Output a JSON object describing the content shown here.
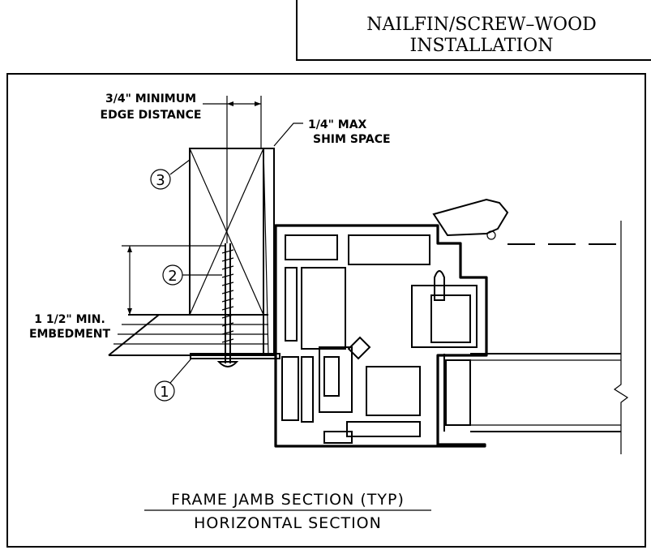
{
  "title_block": {
    "line1": "NAILFIN/SCREW–WOOD",
    "line2": "INSTALLATION"
  },
  "notes": {
    "edge_distance_line1": "3/4\" MINIMUM",
    "edge_distance_line2": "EDGE DISTANCE",
    "shim_line1": "1/4\" MAX",
    "shim_line2": "SHIM SPACE",
    "embedment_line1": "1 1/2\" MIN.",
    "embedment_line2": "EMBEDMENT"
  },
  "callouts": {
    "c1": "1",
    "c2": "2",
    "c3": "3"
  },
  "caption": {
    "line1": "FRAME JAMB SECTION (TYP)",
    "line2": "HORIZONTAL SECTION"
  }
}
